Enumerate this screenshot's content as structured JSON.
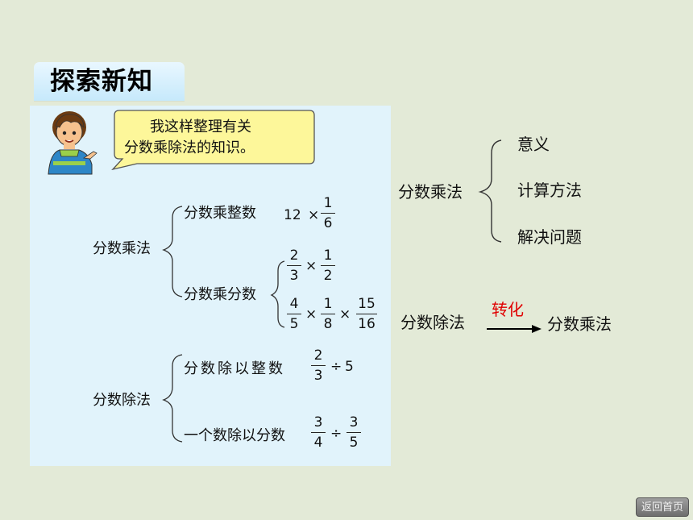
{
  "title": "探索新知",
  "bubble": {
    "line1": "我这样整理有关",
    "line2": "分数乘除法的知识。"
  },
  "left_tree": {
    "multiplication": {
      "label": "分数乘法",
      "by_integer": {
        "label": "分数乘整数",
        "whole": "12",
        "op": "×",
        "frac": [
          "1",
          "6"
        ]
      },
      "by_fraction": {
        "label": "分数乘分数",
        "row1": {
          "a": [
            "2",
            "3"
          ],
          "op": "×",
          "b": [
            "1",
            "2"
          ]
        },
        "row2": {
          "a": [
            "4",
            "5"
          ],
          "op1": "×",
          "b": [
            "1",
            "8"
          ],
          "op2": "×",
          "c": [
            "15",
            "16"
          ]
        }
      }
    },
    "division": {
      "label": "分数除法",
      "by_integer": {
        "label": "分数除以整数",
        "frac": [
          "2",
          "3"
        ],
        "op": "÷",
        "whole": "5"
      },
      "by_fraction": {
        "label": "一个数除以分数",
        "a": [
          "3",
          "4"
        ],
        "op": "÷",
        "b": [
          "3",
          "5"
        ]
      }
    }
  },
  "right_tree": {
    "root": "分数乘法",
    "items": [
      "意义",
      "计算方法",
      "解决问题"
    ]
  },
  "conversion": {
    "from": "分数除法",
    "arrow_label": "转化",
    "to": "分数乘法",
    "arrow_label_color": "#e00000"
  },
  "home_button": "返回首页"
}
